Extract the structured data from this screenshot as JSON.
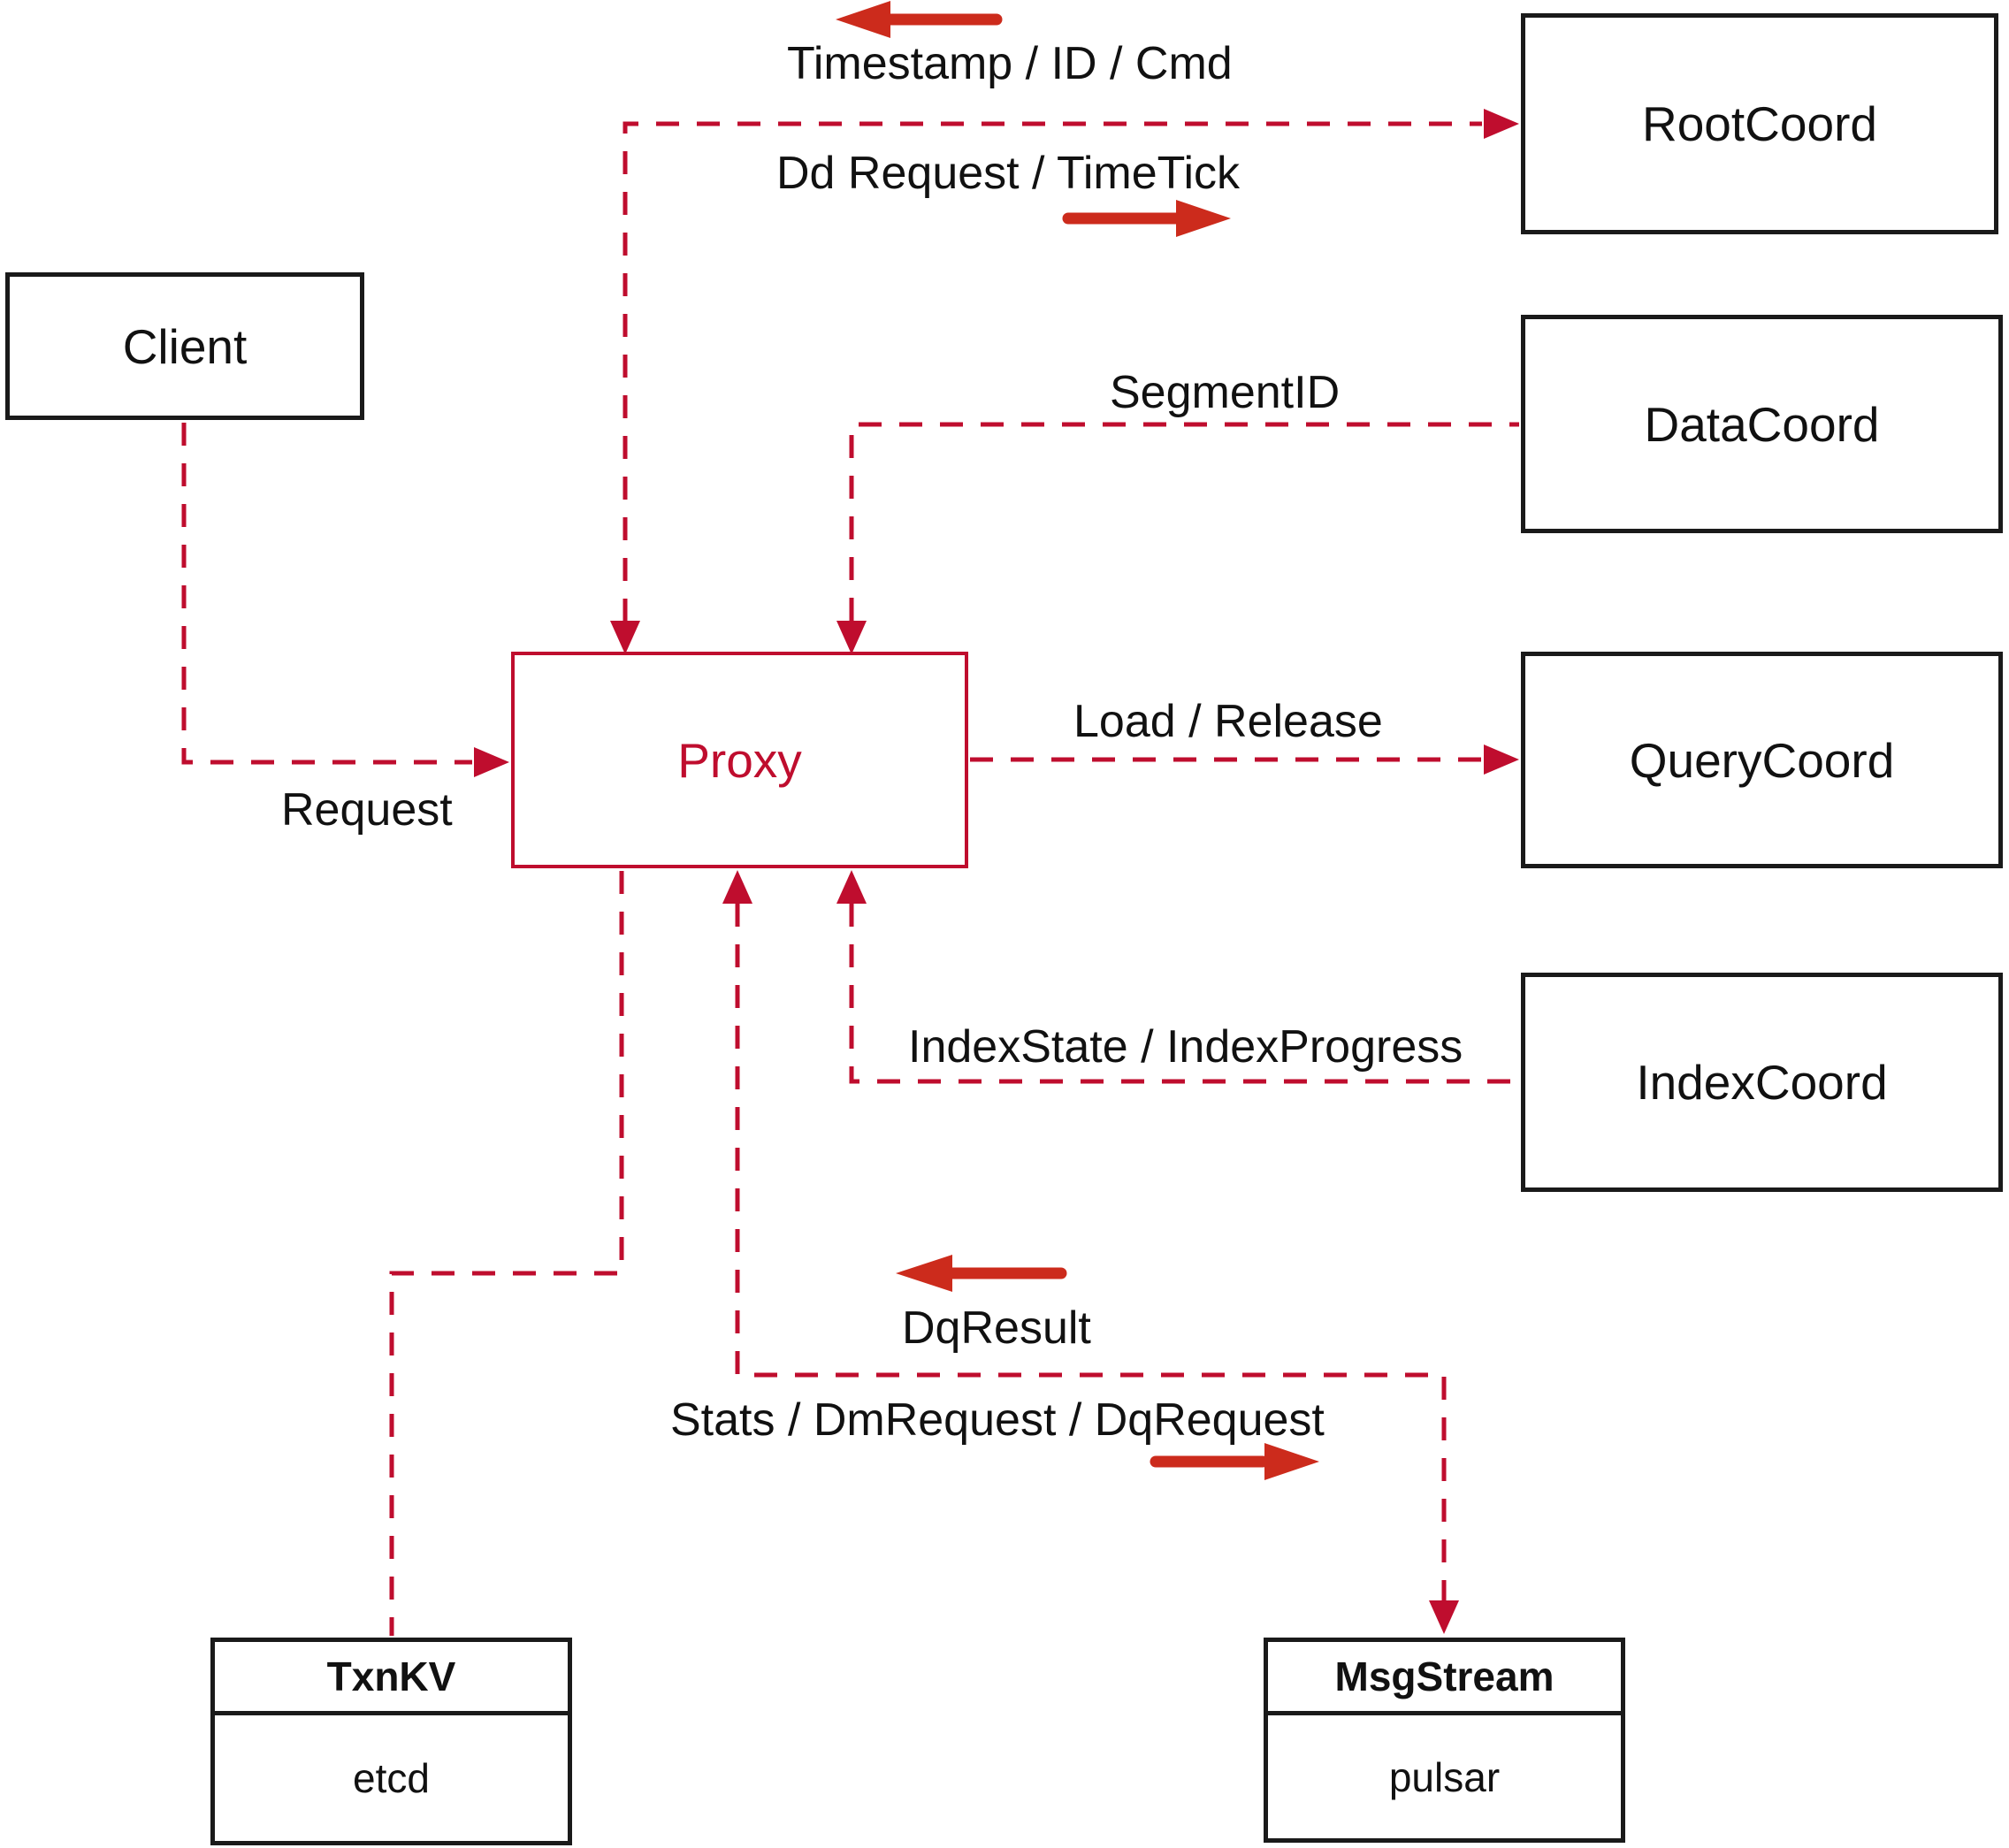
{
  "nodes": {
    "client": {
      "label": "Client"
    },
    "proxy": {
      "label": "Proxy"
    },
    "root_coord": {
      "label": "RootCoord"
    },
    "data_coord": {
      "label": "DataCoord"
    },
    "query_coord": {
      "label": "QueryCoord"
    },
    "index_coord": {
      "label": "IndexCoord"
    },
    "txn_kv": {
      "title": "TxnKV",
      "subtitle": "etcd"
    },
    "msg_stream": {
      "title": "MsgStream",
      "subtitle": "pulsar"
    }
  },
  "edge_labels": {
    "timestamp_id_cmd": "Timestamp / ID / Cmd",
    "dd_request_timetick": "Dd Request / TimeTick",
    "segment_id": "SegmentID",
    "load_release": "Load / Release",
    "index_state_progress": "IndexState / IndexProgress",
    "request": "Request",
    "dq_result": "DqResult",
    "stats_dm_dq": "Stats / DmRequest / DqRequest"
  },
  "colors": {
    "line_red": "#bf0d2e",
    "arrow_red": "#cc2b1c",
    "box_black": "#1a1a1a",
    "text_black": "#111111",
    "background": "#ffffff"
  }
}
